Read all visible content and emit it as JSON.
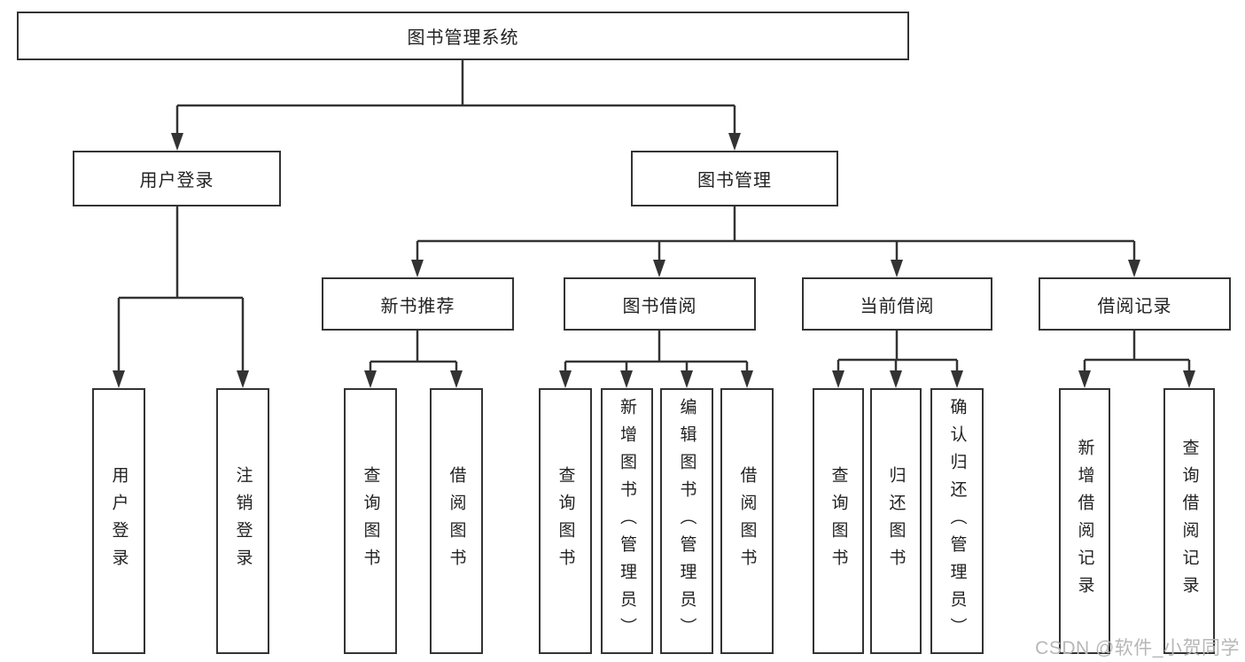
{
  "tree": {
    "label": "图书管理系统",
    "children": [
      {
        "label": "用户登录",
        "children": [
          {
            "label": "用户登录"
          },
          {
            "label": "注销登录"
          }
        ]
      },
      {
        "label": "图书管理",
        "children": [
          {
            "label": "新书推荐",
            "children": [
              {
                "label": "查询图书"
              },
              {
                "label": "借阅图书"
              }
            ]
          },
          {
            "label": "图书借阅",
            "children": [
              {
                "label": "查询图书"
              },
              {
                "label": "新增图书（管理员）"
              },
              {
                "label": "编辑图书（管理员）"
              },
              {
                "label": "借阅图书"
              }
            ]
          },
          {
            "label": "当前借阅",
            "children": [
              {
                "label": "查询图书"
              },
              {
                "label": "归还图书"
              },
              {
                "label": "确认归还（管理员）"
              }
            ]
          },
          {
            "label": "借阅记录",
            "children": [
              {
                "label": "新增借阅记录"
              },
              {
                "label": "查询借阅记录"
              }
            ]
          }
        ]
      }
    ]
  },
  "watermark": "CSDN @软件_小贺同学",
  "colors": {
    "line": "#333333",
    "text": "#222222",
    "watermark": "#b7b7b7",
    "background": "#ffffff"
  }
}
